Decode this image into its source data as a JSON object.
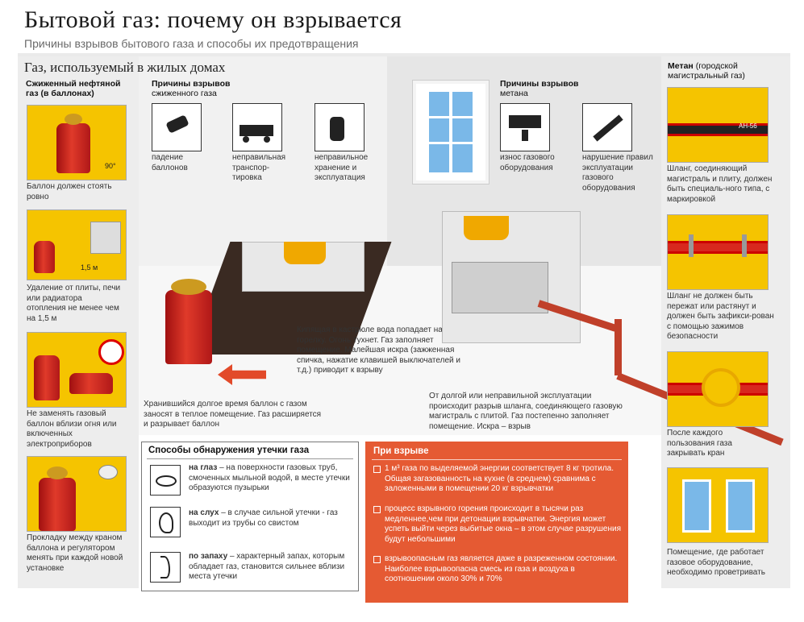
{
  "header": {
    "title": "Бытовой газ: почему он взрывается",
    "subtitle": "Причины взрывов бытового газа и способы их предотвращения"
  },
  "section_title": "Газ, используемый в жилых домах",
  "lpg": {
    "heading": "Сжиженный нефтяной",
    "heading2": "газ (в баллонах)",
    "angle": "90°",
    "distance": "1,5 м",
    "tips": [
      "Баллон должен стоять ровно",
      "Удаление от плиты, печи или радиатора отопления не менее чем на 1,5 м",
      "Не заменять газовый баллон вблизи огня или включенных электроприборов",
      "Прокладку между краном баллона и регулятором менять при каждой новой установке"
    ]
  },
  "lpg_causes": {
    "heading": "Причины взрывов",
    "heading2": "сжиженного газа",
    "icon1": "падение баллонов",
    "icon2": "неправильная транспор-тировка",
    "icon3": "неправильное хранение и эксплуатация"
  },
  "methane_causes": {
    "heading": "Причины взрывов",
    "heading2": "метана",
    "icon1": "износ газового оборудования",
    "icon2": "нарушение правил эксплуатации газового оборудования"
  },
  "methane": {
    "heading": "Метан",
    "heading_note": "(городской магистральный газ)",
    "marking": "АН-56",
    "tips": [
      "Шланг, соединяющий магистраль и плиту, должен быть специаль-ного типа, с маркировкой",
      "Шланг не должен быть пережат или растянут и должен быть зафикси-рован с помощью зажимов безопасности",
      "После каждого пользования газа закрывать кран",
      "Помещение, где работает газовое оборудование, необходимо проветривать"
    ]
  },
  "captions": {
    "boil": "Кипящая в кастрюле вода попадает на горелку. Огонь тухнет. Газ заполняет помещение. Малейшая искра (зажженная спичка, нажатие клавишей выключателей и т.д.) приводит к взрыву",
    "cylinder": "Хранившийся долгое время баллон с газом заносят в теплое помещение. Газ расширяется и разрывает баллон",
    "hose": "От долгой или неправильной эксплуатации происходит разрыв шланга, соединяющего газовую магистраль с плитой. Газ постепенно заполняет помещение. Искра – взрыв"
  },
  "detection": {
    "title": "Способы обнаружения утечки газа",
    "items": [
      {
        "bold": "на глаз",
        "text": " – на поверхности газовых труб, смоченных мыльной водой, в месте утечки образуются пузырьки"
      },
      {
        "bold": "на слух",
        "text": " – в случае сильной утечки - газ выходит из трубы со свистом"
      },
      {
        "bold": "по запаху",
        "text": " – характерный запах, которым обладает газ, становится сильнее вблизи места утечки"
      }
    ]
  },
  "explosion": {
    "title": "При взрыве",
    "items": [
      "1 м³ газа по выделяемой энергии соответствует 8 кг тротила. Общая загазованность на кухне (в среднем) сравнима с заложенными в помещении 20 кг взрывчатки",
      "процесс взрывного горения происходит в тысячи раз медленнее,чем при детонации взрывчатки. Энергия может успеть выйти через выбитые окна – в этом случае разрушения будут небольшими",
      "взрывоопасным газ является даже в разреженном состоянии. Наиболее взрывоопасна смесь из газа и воздуха в соотношении около 30% и 70%"
    ]
  },
  "colors": {
    "yellow": "#f5c400",
    "red": "#d8281e",
    "orange": "#e55a33"
  }
}
